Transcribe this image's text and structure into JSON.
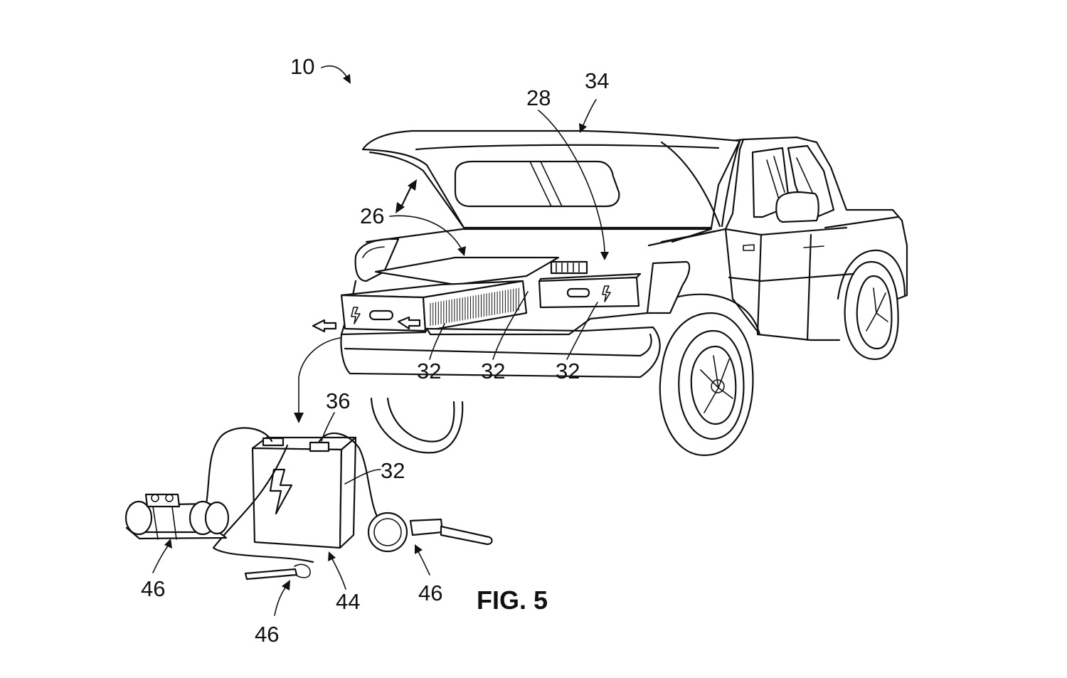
{
  "figure": {
    "caption": "FIG. 5"
  },
  "reference_numerals": {
    "system": "10",
    "tailgate_storage": "26",
    "drawer": "28",
    "tonneau_cover": "34",
    "battery_left": "32",
    "battery_center": "32",
    "battery_right": "32",
    "battery_portable": "32",
    "battery_terminals": "36",
    "battery_housing": "44",
    "device_compressor": "46",
    "device_tool": "46",
    "device_saw": "46"
  }
}
